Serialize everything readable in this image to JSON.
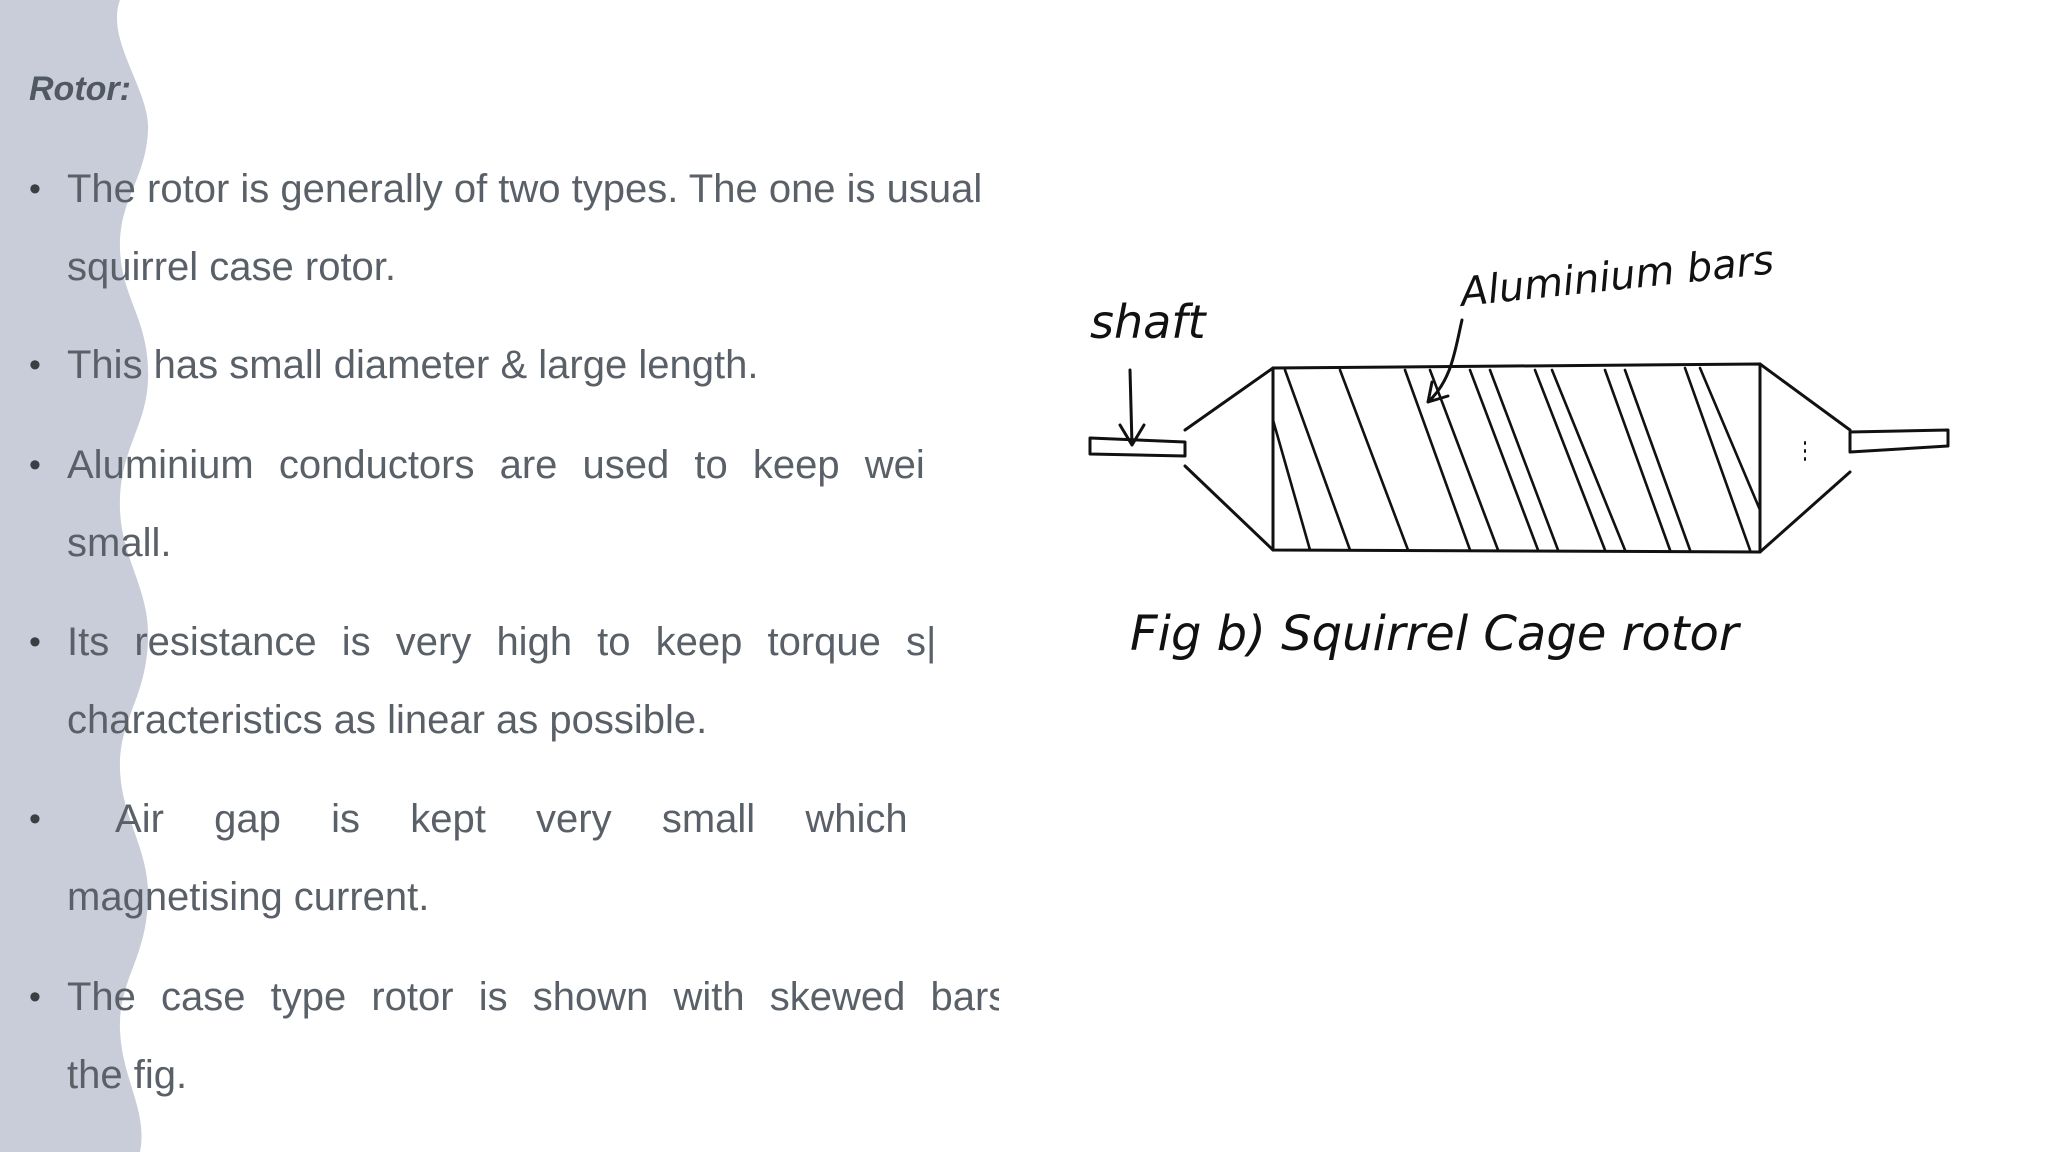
{
  "slide": {
    "heading": "Rotor:",
    "bullets": [
      {
        "line1": "The rotor is generally of two types. The one is usual",
        "line2": "squirrel case rotor."
      },
      {
        "line1": "This has small diameter & large length.",
        "line2": ""
      },
      {
        "line1": " Aluminium conductors are used to keep wei",
        "line2": "small."
      },
      {
        "line1": "Its resistance is very high to keep torque s|",
        "line2": "characteristics as linear as possible."
      },
      {
        "line1": "  Air  gap  is  kept  very  small  which",
        "line2": "magnetising current."
      },
      {
        "line1": "The case type rotor is shown with skewed bars",
        "line2": "the fig."
      }
    ]
  },
  "figure": {
    "label_shaft": "shaft",
    "label_bars": "Aluminium bars",
    "caption": "Fig b) Squirrel Cage rotor"
  },
  "colors": {
    "wave": "#c9cdda",
    "text": "#5a6068"
  }
}
